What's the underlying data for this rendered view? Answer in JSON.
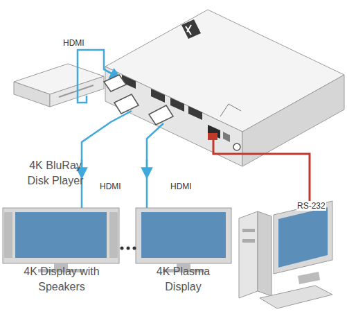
{
  "diagram": {
    "nodes": [
      {
        "text": [
          "4K BluRay Disk Player"
        ]
      },
      {
        "text": [
          "4K Display with Speakers"
        ]
      },
      {
        "text": [
          "4K Plasma Display"
        ]
      }
    ],
    "labels": [
      "HDMI",
      "HDMI",
      "HDMI",
      "RS-232"
    ]
  }
}
